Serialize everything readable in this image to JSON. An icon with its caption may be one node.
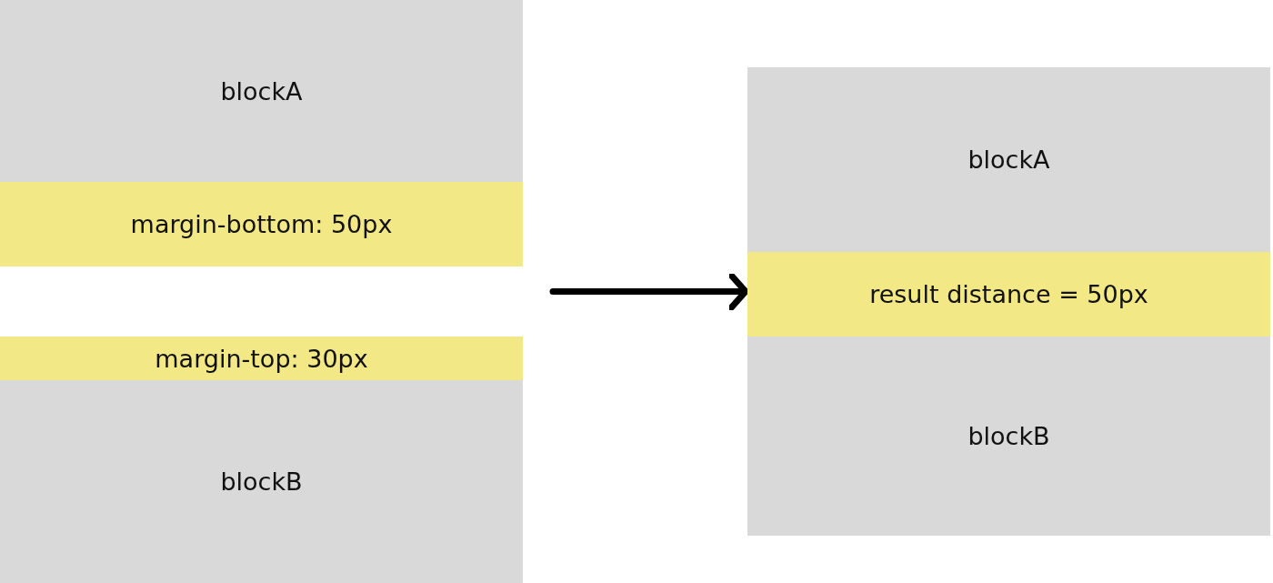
{
  "diagram": {
    "nodes": [
      {
        "text": [
          "blockA"
        ]
      },
      {
        "text": [
          "margin-bottom: 50px"
        ]
      },
      {
        "text": [
          "margin-top: 30px"
        ]
      },
      {
        "text": [
          "blockB"
        ]
      },
      {
        "text": [
          "blockA"
        ]
      },
      {
        "text": [
          "result distance = 50px"
        ]
      },
      {
        "text": [
          "blockB"
        ]
      }
    ],
    "edges": [
      {
        "from": null,
        "to": 5,
        "arrow": "to"
      }
    ]
  }
}
